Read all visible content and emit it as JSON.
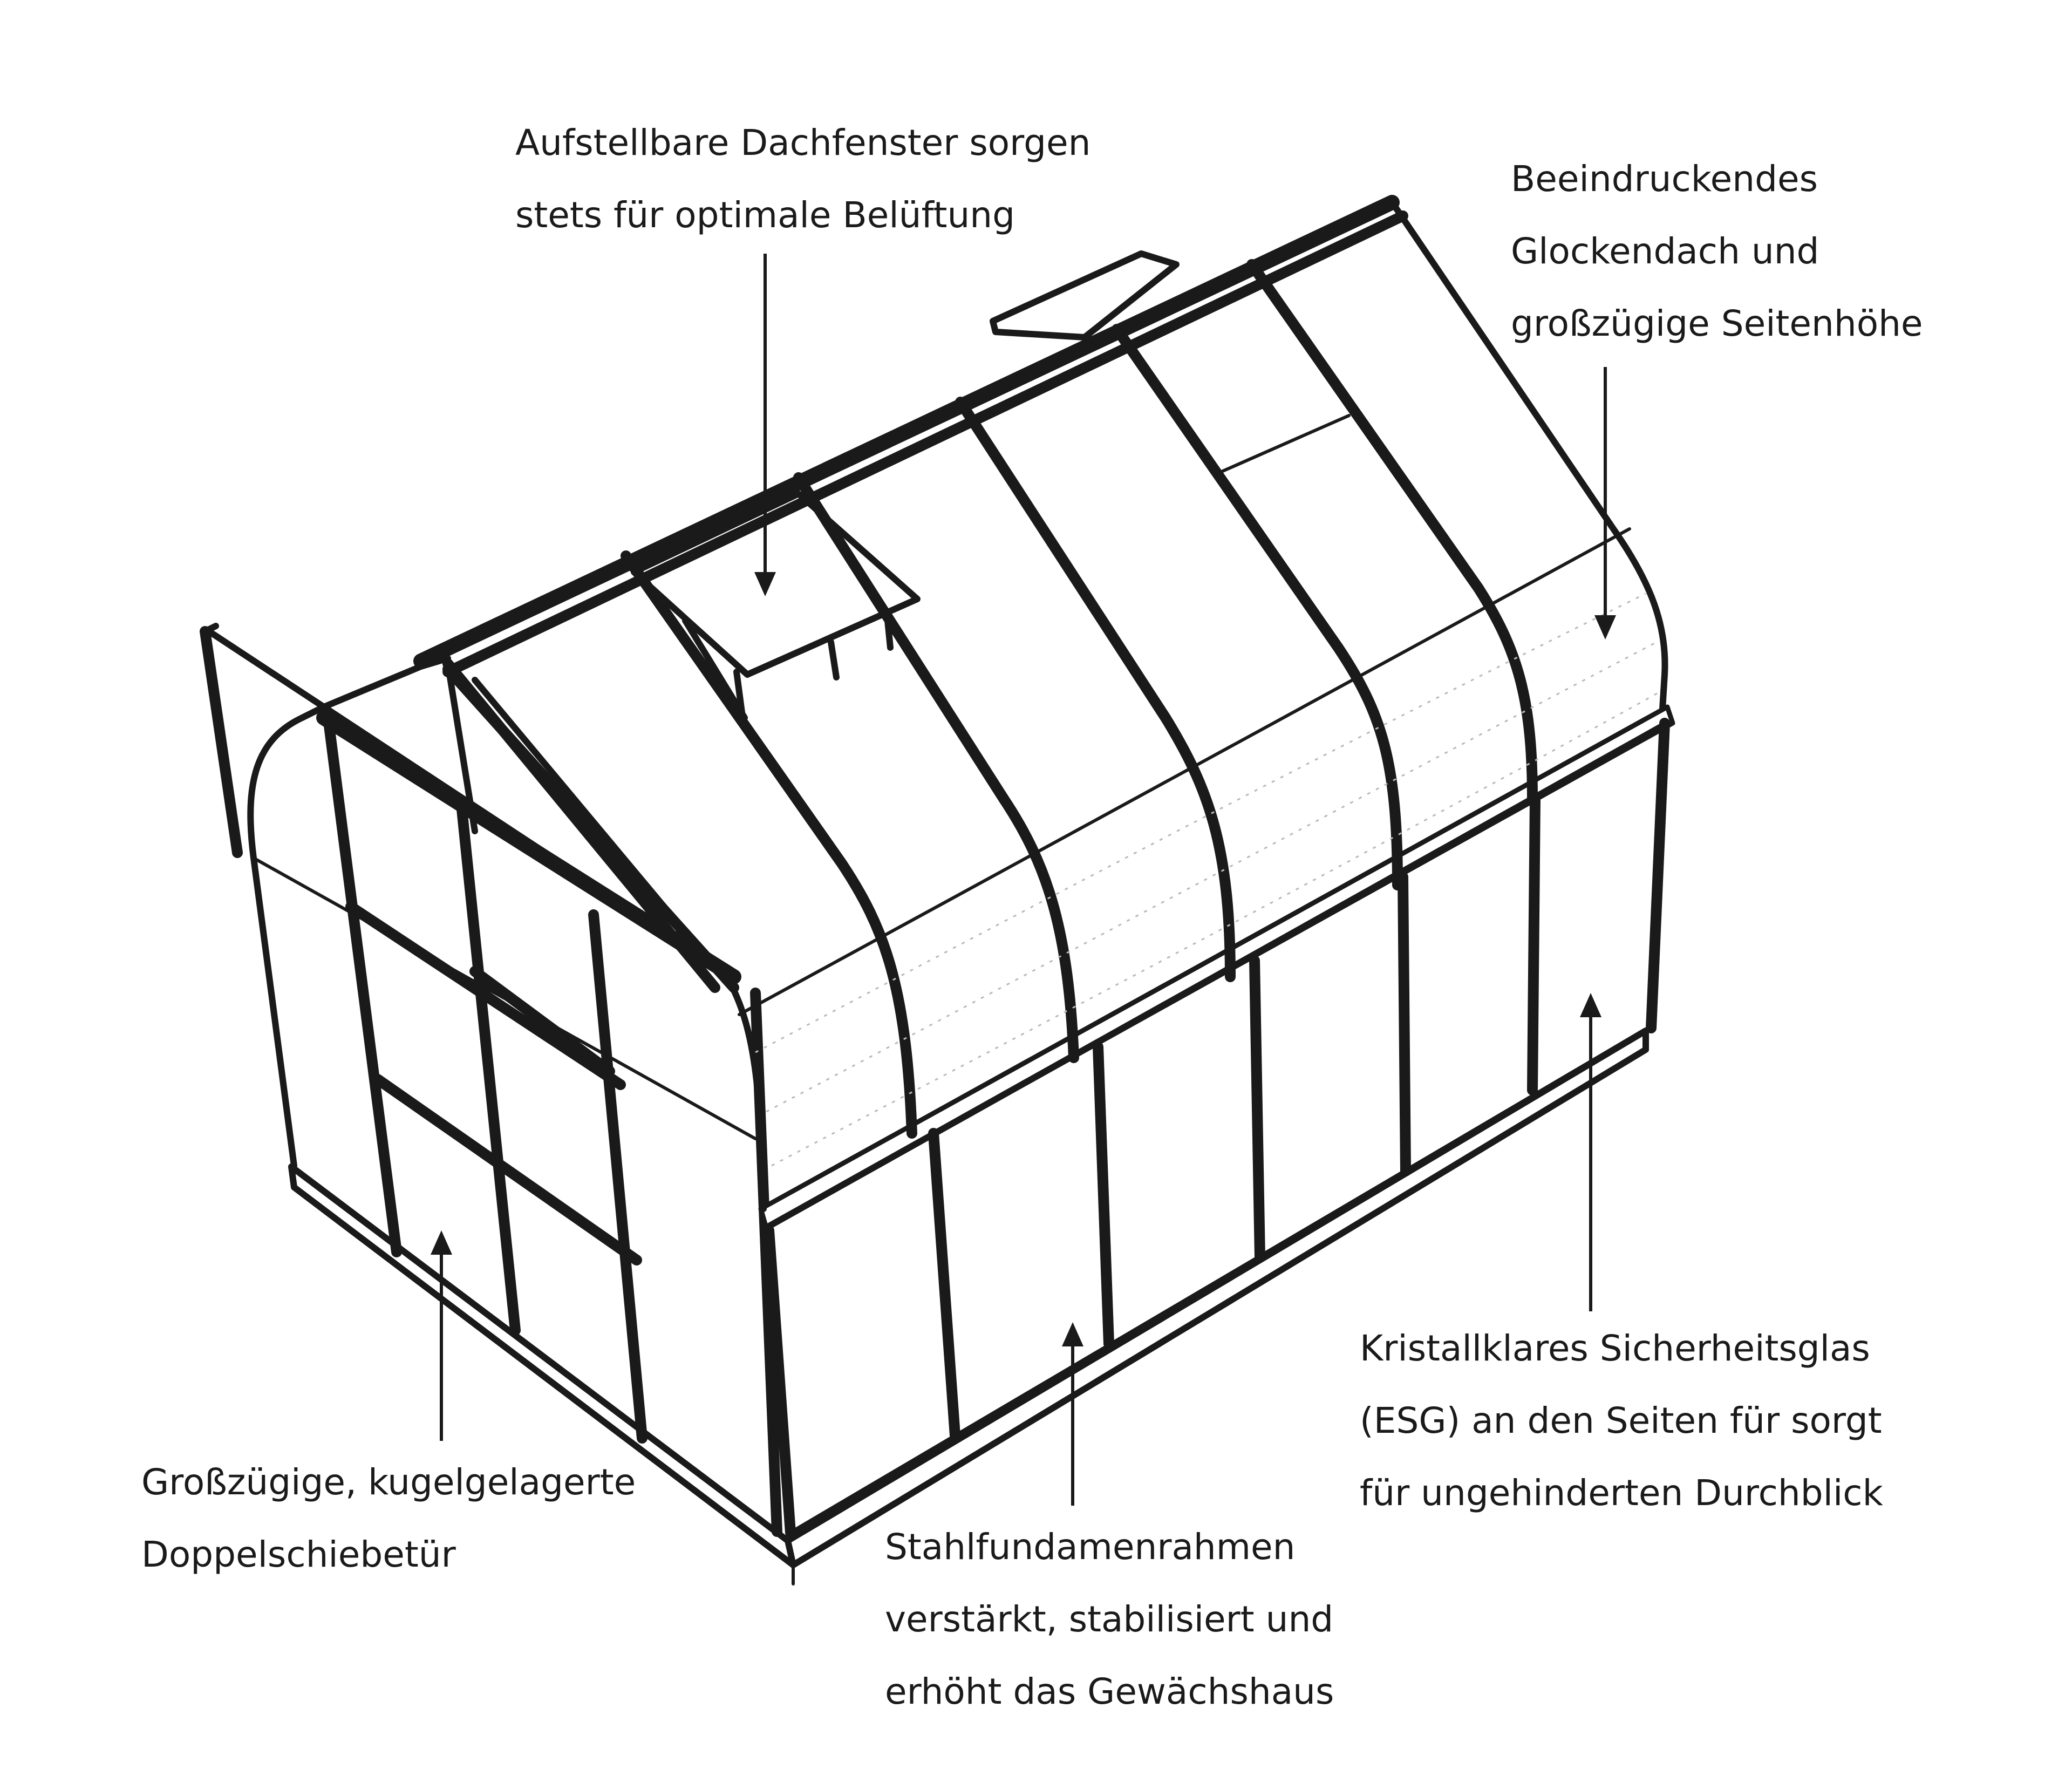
{
  "callouts": {
    "dachfenster": {
      "lines": [
        "Aufstellbare Dachfenster sorgen",
        "stets für optimale Belüftung"
      ]
    },
    "glockendach": {
      "lines": [
        "Beeindruckendes",
        "Glockendach und",
        "großzügige Seitenhöhe"
      ]
    },
    "glas": {
      "lines": [
        "Kristallklares Sicherheitsglas",
        "(ESG) an den Seiten für sorgt",
        "für ungehinderten Durchblick"
      ]
    },
    "fundament": {
      "lines": [
        "Stahlfundamenrahmen",
        "verstärkt, stabilisiert und",
        "erhöht das Gewächshaus"
      ]
    },
    "tuer": {
      "lines": [
        "Großzügige, kugelgelagerte",
        "Doppelschiebetür"
      ]
    }
  },
  "colors": {
    "line": "#1a1a1a",
    "background": "#ffffff"
  }
}
